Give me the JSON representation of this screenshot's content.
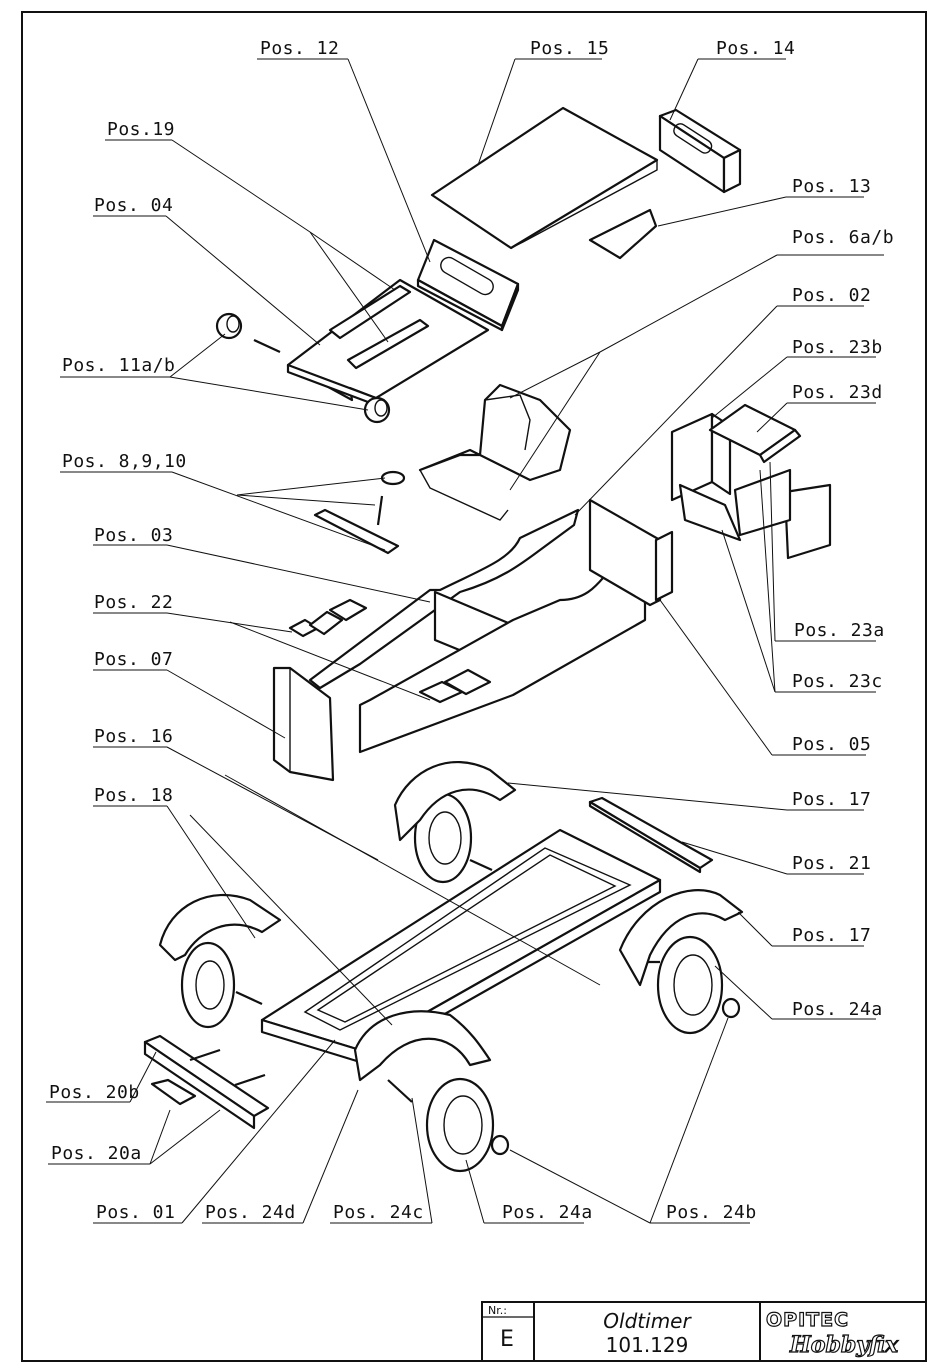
{
  "labels": {
    "pos12": "Pos. 12",
    "pos15": "Pos. 15",
    "pos14": "Pos. 14",
    "pos19": "Pos.19",
    "pos04": "Pos. 04",
    "pos13": "Pos. 13",
    "pos6ab": "Pos. 6a/b",
    "pos02": "Pos. 02",
    "pos11ab": "Pos. 11a/b",
    "pos23b": "Pos. 23b",
    "pos23d": "Pos. 23d",
    "pos8910": "Pos. 8,9,10",
    "pos03": "Pos. 03",
    "pos22": "Pos. 22",
    "pos23a": "Pos. 23a",
    "pos07": "Pos. 07",
    "pos23c": "Pos. 23c",
    "pos05": "Pos. 05",
    "pos16": "Pos. 16",
    "pos17a": "Pos. 17",
    "pos18": "Pos. 18",
    "pos21": "Pos. 21",
    "pos17b": "Pos. 17",
    "pos24a_right": "Pos. 24a",
    "pos20b": "Pos. 20b",
    "pos20a": "Pos. 20a",
    "pos01": "Pos. 01",
    "pos24d": "Pos. 24d",
    "pos24c": "Pos. 24c",
    "pos24a_bottom": "Pos. 24a",
    "pos24b": "Pos. 24b"
  },
  "title_block": {
    "nr_label": "Nr.:",
    "nr_value": "E",
    "title": "Oldtimer",
    "number": "101.129",
    "brand": "OPITEC",
    "brand_sub": "Hobbyfix"
  }
}
